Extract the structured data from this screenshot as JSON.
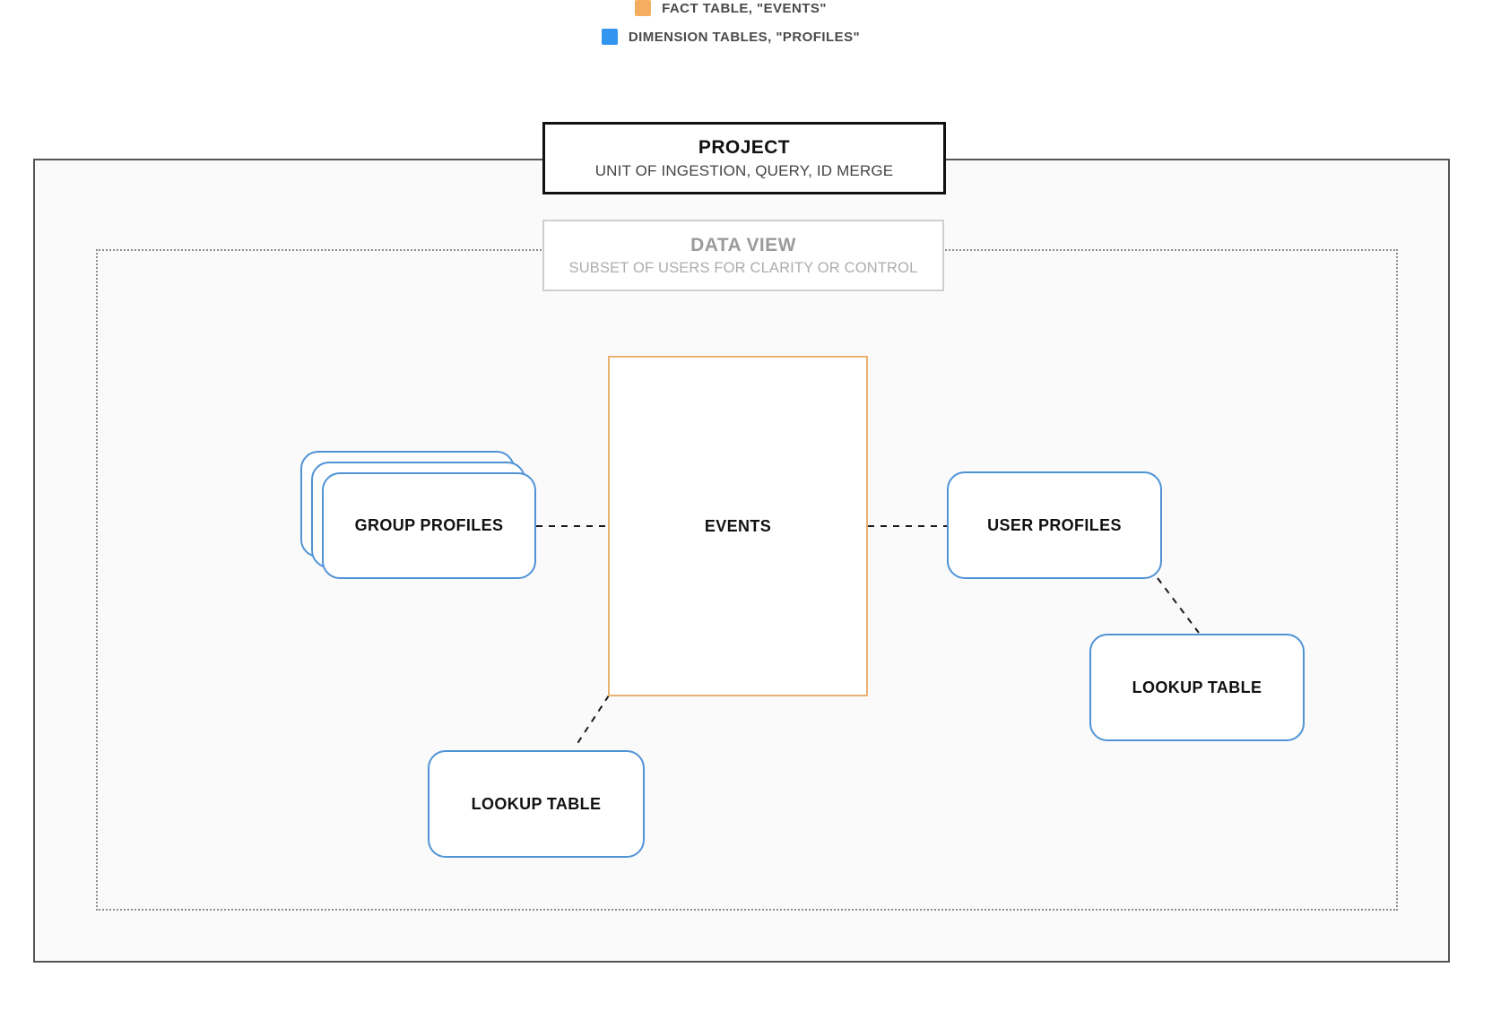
{
  "legend": {
    "items": [
      {
        "id": "fact",
        "swatch_color": "#f5ad5f",
        "label": "FACT TABLE, \"EVENTS\""
      },
      {
        "id": "dimension",
        "swatch_color": "#3295f0",
        "label": "DIMENSION TABLES, \"PROFILES\""
      }
    ]
  },
  "project": {
    "title": "PROJECT",
    "subtitle": "UNIT OF INGESTION, QUERY, ID MERGE"
  },
  "data_view": {
    "title": "DATA VIEW",
    "subtitle": "SUBSET OF USERS FOR CLARITY OR CONTROL"
  },
  "nodes": {
    "events": {
      "label": "EVENTS",
      "role": "fact table"
    },
    "group_profiles": {
      "label": "GROUP PROFILES",
      "role": "dimension tables",
      "stack_count": 3
    },
    "user_profiles": {
      "label": "USER PROFILES",
      "role": "dimension table"
    },
    "lookup_table_right": {
      "label": "LOOKUP TABLE",
      "role": "dimension table"
    },
    "lookup_table_bottom": {
      "label": "LOOKUP TABLE",
      "role": "dimension table"
    }
  },
  "connections": [
    {
      "from": "GROUP PROFILES",
      "to": "EVENTS",
      "style": "dashed"
    },
    {
      "from": "EVENTS",
      "to": "USER PROFILES",
      "style": "dashed"
    },
    {
      "from": "USER PROFILES",
      "to": "LOOKUP TABLE",
      "style": "dashed"
    },
    {
      "from": "EVENTS",
      "to": "LOOKUP TABLE",
      "style": "dashed"
    }
  ],
  "colors": {
    "fact_accent": "#f5ad5f",
    "fact_border": "#eab272",
    "dimension_accent": "#3295f0",
    "dimension_border": "#4f93d6",
    "connector": "#1a1a1a",
    "project_border": "#111111",
    "container_border": "#555555",
    "dotted_border": "#8d8d8d",
    "container_fill": "#fafafa"
  }
}
